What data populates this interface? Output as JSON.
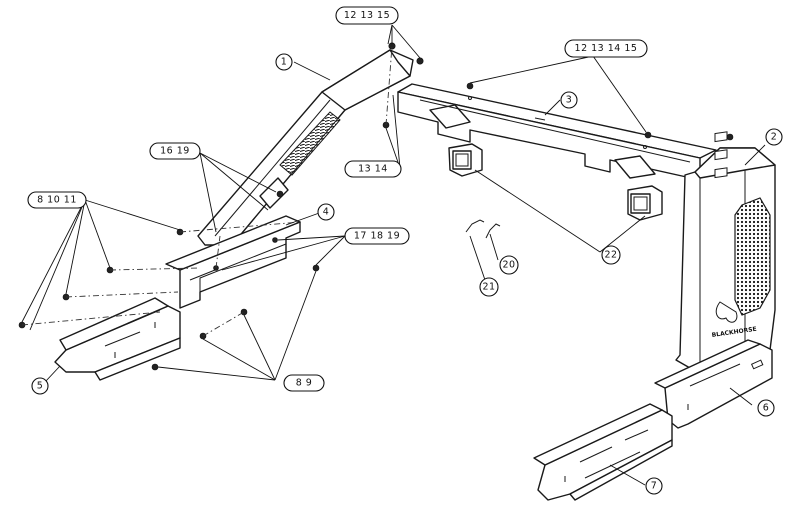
{
  "diagram": {
    "callouts": {
      "c1": "1",
      "c2": "2",
      "c3": "3",
      "c4": "4",
      "c5": "5",
      "c6": "6",
      "c7": "7",
      "c20": "20",
      "c21": "21",
      "c22": "22",
      "top_hw": "12 13 15",
      "right_hw": "12 13 14 15",
      "mid_hw": "13 14",
      "left_hw": "16 19",
      "side_hw": "8 10 11",
      "arm_hw": "17 18 19",
      "bottom_hw": "8 9"
    },
    "logo_text": "BLACKHORSE"
  }
}
